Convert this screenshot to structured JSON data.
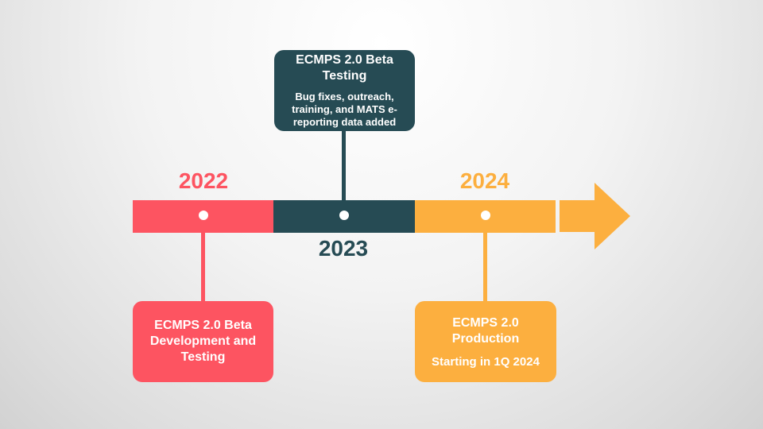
{
  "colors": {
    "red": "#fd5461",
    "teal": "#264b54",
    "orange": "#fcaf3f"
  },
  "timeline": {
    "years": {
      "y2022": "2022",
      "y2023": "2023",
      "y2024": "2024"
    },
    "milestones": [
      {
        "title": "ECMPS 2.0 Beta Development and Testing",
        "detail": ""
      },
      {
        "title": "ECMPS 2.0 Beta Testing",
        "detail": "Bug fixes, outreach, training, and MATS e-reporting data added"
      },
      {
        "title": "ECMPS 2.0 Production",
        "detail": "Starting in 1Q 2024"
      }
    ]
  }
}
